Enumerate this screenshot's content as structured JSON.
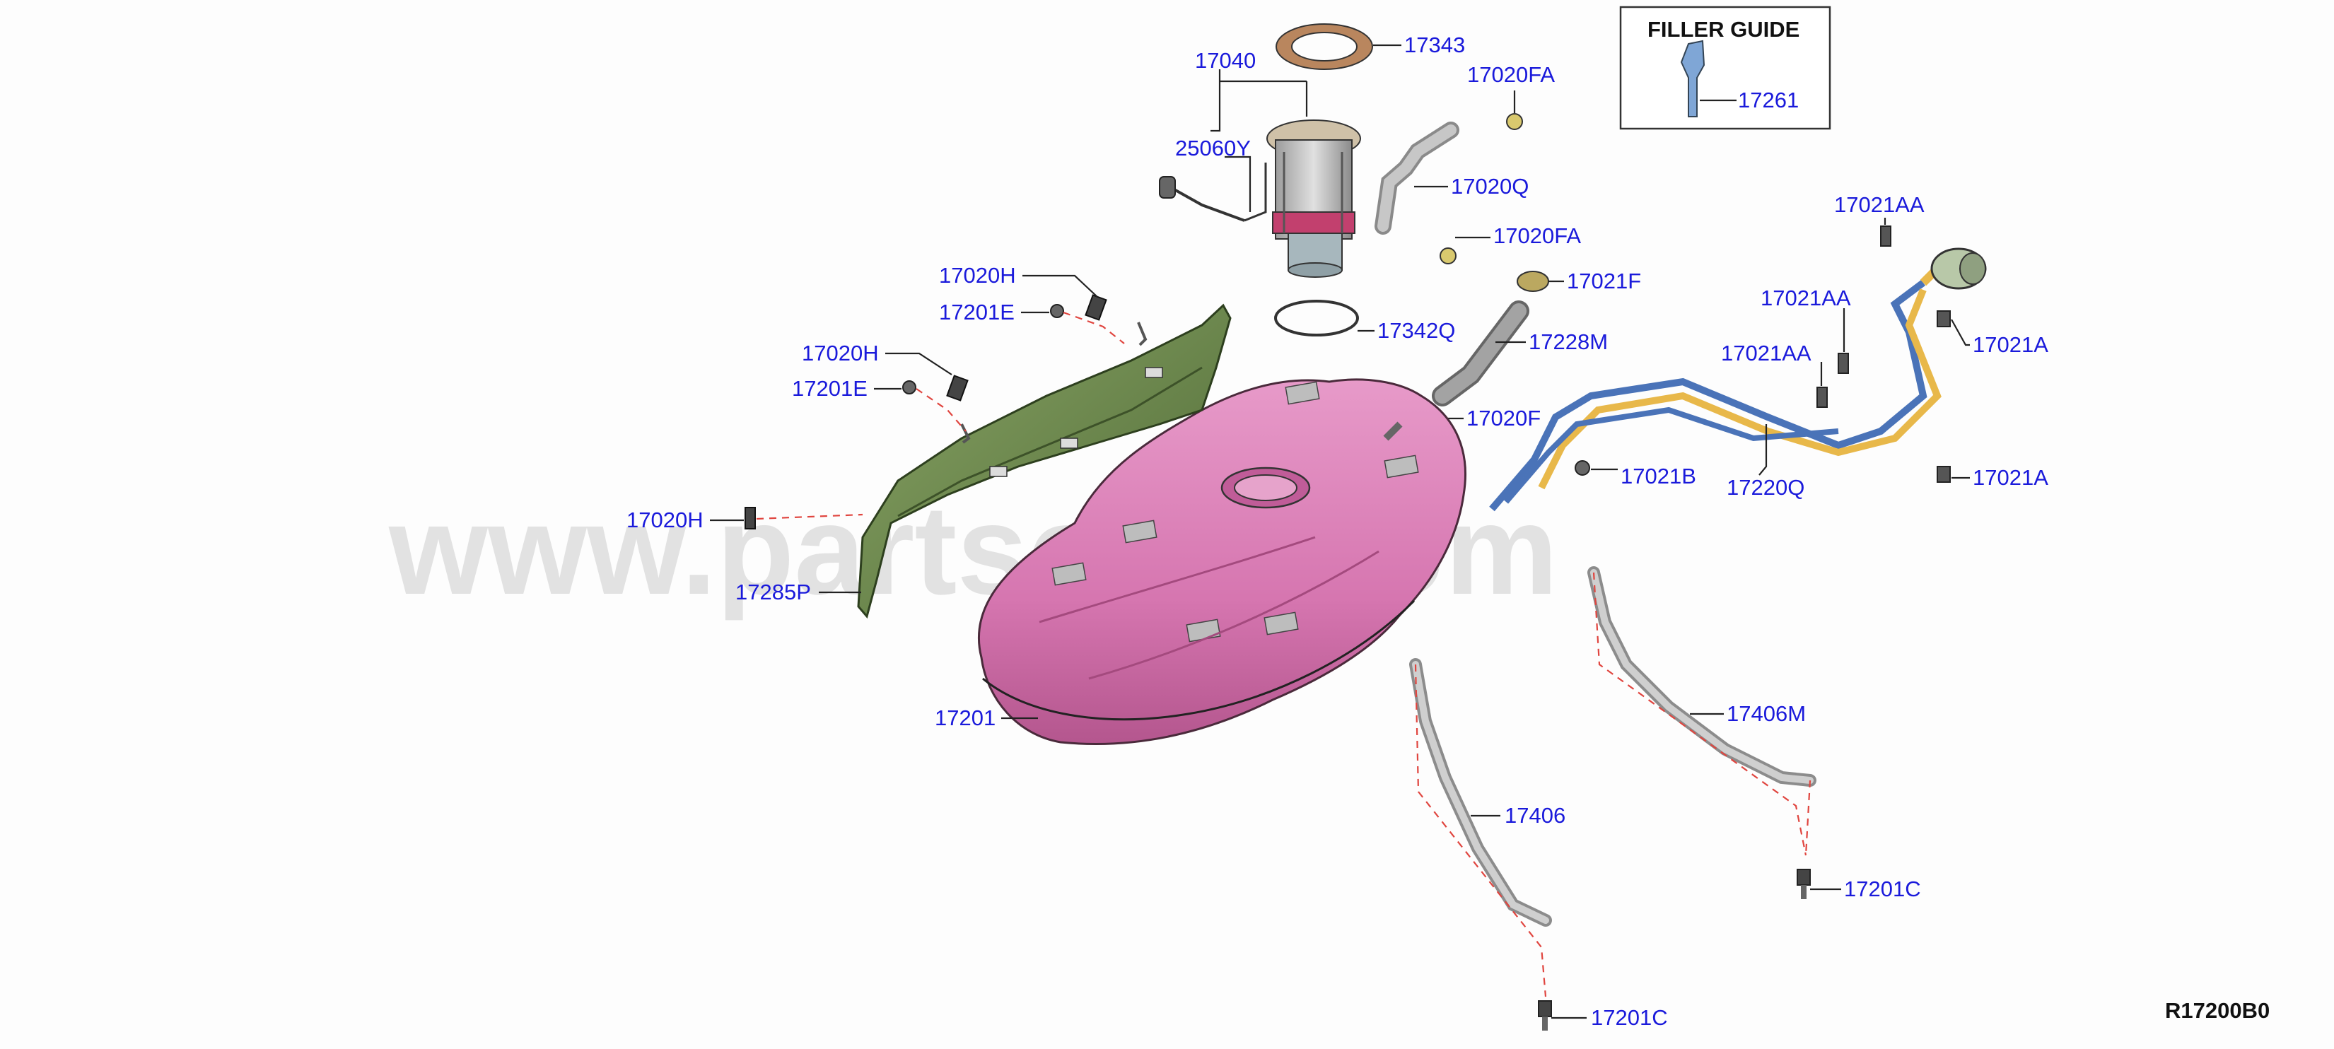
{
  "watermark": "www.partsouq.com",
  "diagram_code": "R17200B0",
  "filler_guide": {
    "title": "FILLER GUIDE",
    "part": "17261"
  },
  "callouts": {
    "c17343": "17343",
    "c17040": "17040",
    "c25060Y": "25060Y",
    "c17020FA_top": "17020FA",
    "c17020Q": "17020Q",
    "c17020FA_bottom": "17020FA",
    "c17021F": "17021F",
    "c17342Q": "17342Q",
    "c17228M": "17228M",
    "c17020F": "17020F",
    "c17020H_1": "17020H",
    "c17201E_1": "17201E",
    "c17020H_2": "17020H",
    "c17201E_2": "17201E",
    "c17020H_3": "17020H",
    "c17285P": "17285P",
    "c17201": "17201",
    "c17021AA_1": "17021AA",
    "c17021AA_2": "17021AA",
    "c17021AA_3": "17021AA",
    "c17021A_1": "17021A",
    "c17021A_2": "17021A",
    "c17021B": "17021B",
    "c17220Q": "17220Q",
    "c17406M": "17406M",
    "c17406": "17406",
    "c17201C_1": "17201C",
    "c17201C_2": "17201C"
  },
  "colors": {
    "label": "#1a1adb",
    "tank": "#d676b0",
    "heat_shield": "#6e8a4e",
    "fuel_line_yellow": "#e8b84a",
    "fuel_line_blue": "#4a73b8",
    "strap": "#bfbfbf",
    "leader_dash": "#e0453f"
  }
}
